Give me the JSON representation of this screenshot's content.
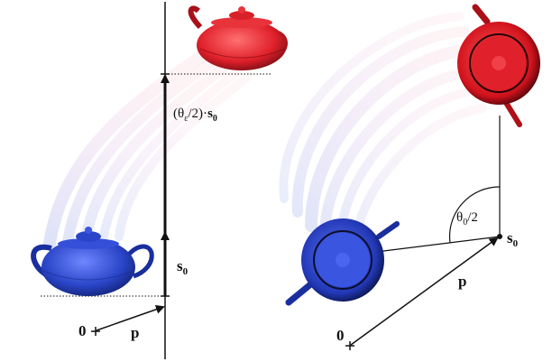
{
  "diagram": {
    "left_panel": {
      "label_origin": "0",
      "label_offset_vector": "p",
      "label_unit_vector": "s",
      "label_unit_vector_sub": "0",
      "label_rotation_step": "(θ",
      "label_rotation_step_sub": "ε",
      "label_rotation_step_rest": "/2)·",
      "label_rotation_step_vec": "s",
      "label_rotation_step_vec_sub": "0"
    },
    "right_panel": {
      "label_origin": "0",
      "label_offset_vector": "p",
      "label_center": "s",
      "label_center_sub": "0",
      "label_angle": "θ",
      "label_angle_sub": "0",
      "label_angle_rest": "/2"
    },
    "colors": {
      "start_teapot": "#2a45c8",
      "end_teapot": "#e0202a",
      "trail_blue": "#8fa0e8",
      "trail_pink": "#f2a0b0",
      "line": "#111111"
    }
  }
}
